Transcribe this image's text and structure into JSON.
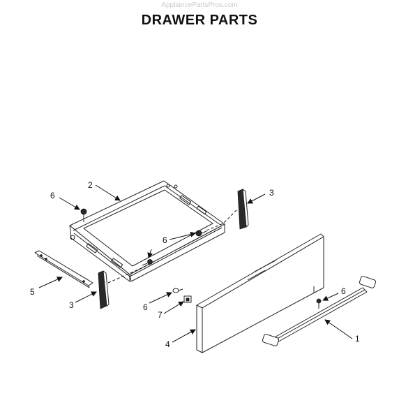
{
  "watermark": "AppliancePartsPros.com",
  "title": "DRAWER PARTS",
  "callouts": {
    "c2": "2",
    "c3_right": "3",
    "c6_top_left": "6",
    "c6_middle": "6",
    "c5": "5",
    "c3_left": "3",
    "c6_bracket": "6",
    "c7": "7",
    "c4": "4",
    "c6_right": "6",
    "c1": "1"
  }
}
